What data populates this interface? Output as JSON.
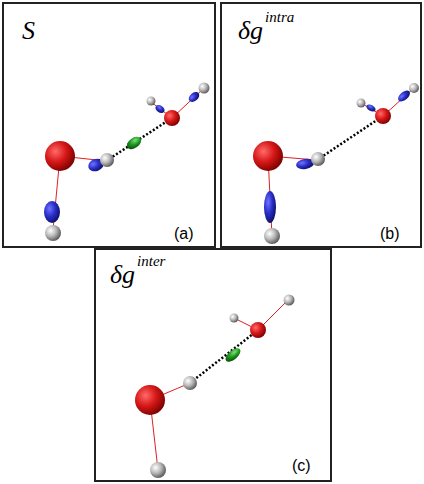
{
  "diagram": {
    "nodes": [
      {
        "text": [
          "S",
          "(a)"
        ]
      },
      {
        "text": [
          "δg",
          "intra",
          "(b)"
        ]
      },
      {
        "text": [
          "δg",
          "inter",
          "(c)"
        ]
      }
    ]
  }
}
